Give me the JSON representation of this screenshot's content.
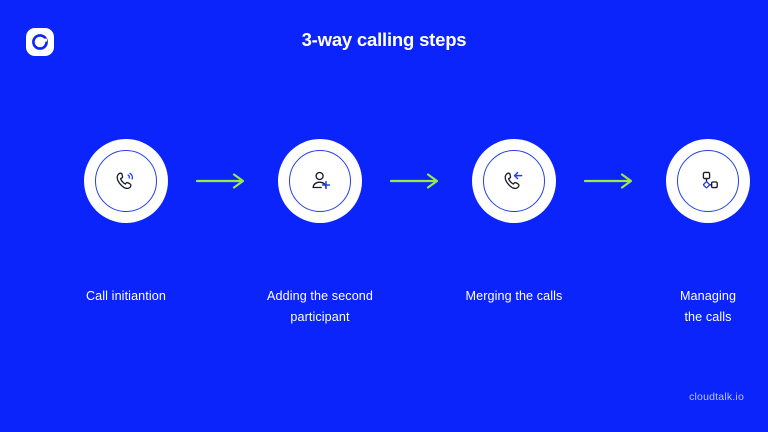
{
  "slide": {
    "background_color": "#0A24FB",
    "title": "3-way calling steps",
    "title_color": "#FFFFFF",
    "accent_green": "#9BE84A",
    "icon_blue": "#2340E8",
    "icon_dark": "#1A1A2E",
    "watermark": "cloudtalk.io",
    "watermark_color": "#B9C3FF"
  },
  "logo": {
    "name": "cloudtalk-logo",
    "letter": "C"
  },
  "steps": [
    {
      "index": "1",
      "icon": "phone-call-outgoing-icon",
      "label": "Call initiantion"
    },
    {
      "index": "2",
      "icon": "add-person-icon",
      "label": "Adding the second\nparticipant"
    },
    {
      "index": "3",
      "icon": "phone-call-incoming-icon",
      "label": "Merging the calls"
    },
    {
      "index": "4",
      "icon": "node-network-icon",
      "label": "Managing\nthe calls"
    }
  ],
  "arrows": [
    {
      "name": "arrow-step-1-to-2",
      "glyph": "arrow-right-icon"
    },
    {
      "name": "arrow-step-2-to-3",
      "glyph": "arrow-right-icon"
    },
    {
      "name": "arrow-step-3-to-4",
      "glyph": "arrow-right-icon"
    }
  ]
}
